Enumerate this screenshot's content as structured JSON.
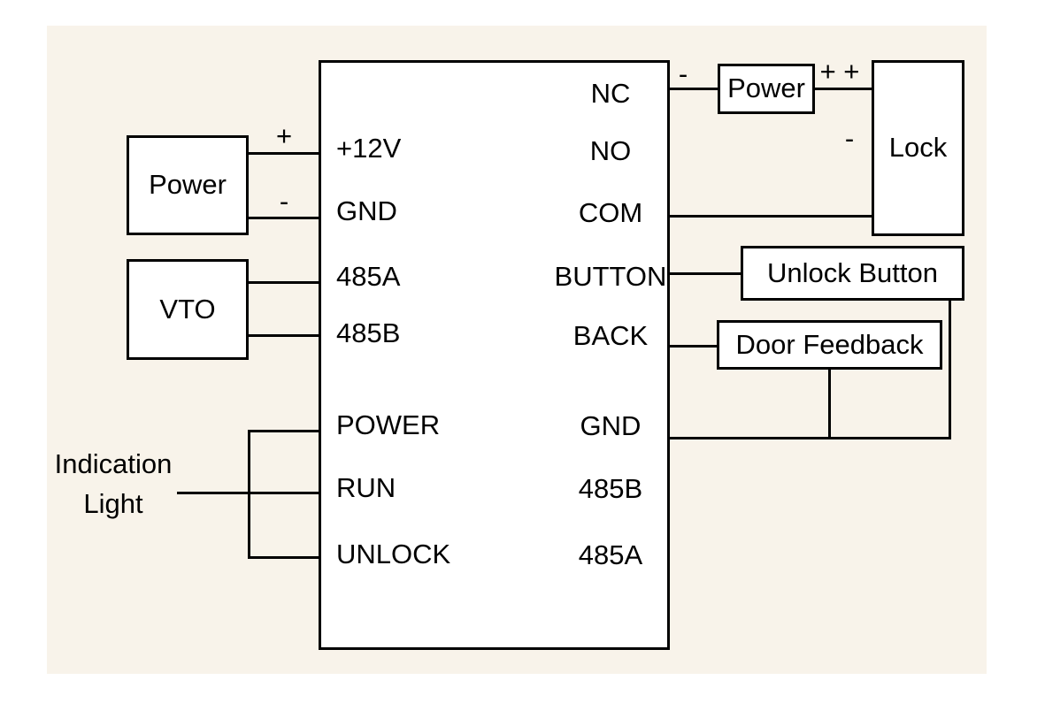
{
  "controller": {
    "left_terminals": [
      {
        "label": "+12V"
      },
      {
        "label": "GND"
      },
      {
        "label": "485A"
      },
      {
        "label": "485B"
      },
      {
        "label": "POWER"
      },
      {
        "label": "RUN"
      },
      {
        "label": "UNLOCK"
      }
    ],
    "right_terminals": [
      {
        "label": "NC"
      },
      {
        "label": "NO"
      },
      {
        "label": "COM"
      },
      {
        "label": "BUTTON"
      },
      {
        "label": "BACK"
      },
      {
        "label": "GND"
      },
      {
        "label": "485B"
      },
      {
        "label": "485A"
      }
    ]
  },
  "components": {
    "power_left": {
      "label": "Power"
    },
    "vto": {
      "label": "VTO"
    },
    "power_right": {
      "label": "Power"
    },
    "lock": {
      "label": "Lock"
    },
    "unlock_button": {
      "label": "Unlock Button"
    },
    "door_feedback": {
      "label": "Door Feedback"
    },
    "indication_light": {
      "line1": "Indication",
      "line2": "Light"
    }
  },
  "polarity": {
    "power_left_plus": "+",
    "power_left_minus": "-",
    "power_right_in_minus": "-",
    "power_right_out_plus": "+ +",
    "lock_minus": "-"
  },
  "colors": {
    "background": "#f8f3ea",
    "line": "#000000",
    "box_fill": "#ffffff",
    "text": "#000000"
  }
}
